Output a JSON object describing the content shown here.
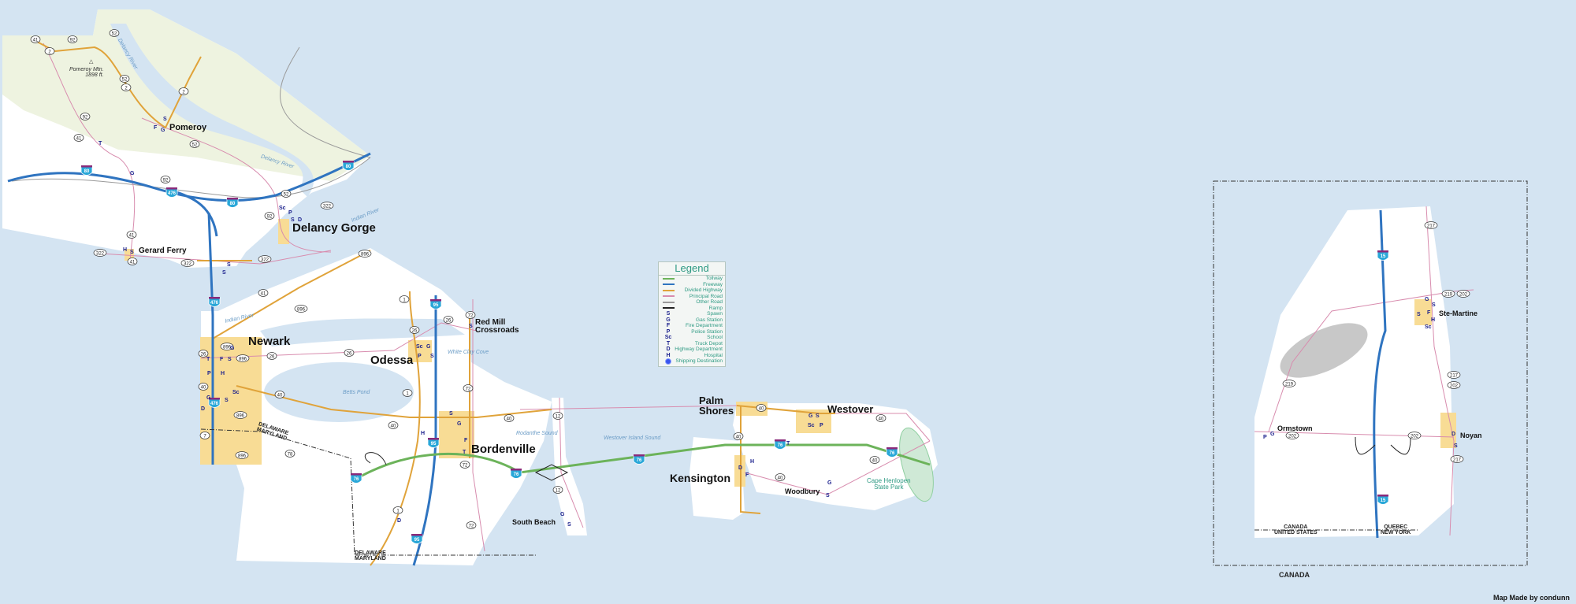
{
  "colors": {
    "water": "#d4e4f2",
    "land": "#ffffff",
    "town": "#f8dc95",
    "freeway": "#2f74c0",
    "tollway": "#6cb35a",
    "divided_highway": "#e0a33a",
    "principal_road": "#d88cae",
    "other_road": "#9a9a9a",
    "park": "#cfe9d6",
    "service_letter": "#1a1f8c"
  },
  "places": {
    "pomeroy": "Pomeroy",
    "delancy_gorge": "Delancy Gorge",
    "gerard_ferry": "Gerard Ferry",
    "newark": "Newark",
    "odessa": "Odessa",
    "red_mill_1": "Red Mill",
    "red_mill_2": "Crossroads",
    "bordenville": "Bordenville",
    "south_beach": "South Beach",
    "palm_shores_1": "Palm",
    "palm_shores_2": "Shores",
    "westover": "Westover",
    "kensington": "Kensington",
    "woodbury": "Woodbury",
    "cape_henlopen_1": "Cape Henlopen",
    "cape_henlopen_2": "State Park",
    "ste_martine": "Ste-Martine",
    "ormstown": "Ormstown",
    "noyan": "Noyan"
  },
  "peak": {
    "name": "Pomeroy Mtn.",
    "elevation": "1898 ft."
  },
  "water_labels": {
    "delancy_river_1": "Delancy River",
    "delancy_river_2": "Delancy River",
    "indian_river_1": "Indian River",
    "indian_river_2": "Indian River",
    "white_clay_cove": "White Clay Cove",
    "betts_pond": "Betts Pond",
    "rodanthe_sound": "Rodanthe Sound",
    "westover_island_sound": "Westover Island Sound"
  },
  "borders": {
    "de_md_1a": "DELAWARE",
    "de_md_1b": "MARYLAND",
    "de_md_2a": "DELAWARE",
    "de_md_2b": "MARYLAND",
    "ca_us_a": "CANADA",
    "ca_us_b": "UNITED STATES",
    "qc_ny_a": "QUEBEC",
    "qc_ny_b": "NEW YORK",
    "inset_label": "CANADA"
  },
  "route_shields": [
    "41",
    "2",
    "92",
    "52",
    "52",
    "2",
    "92",
    "41",
    "2",
    "52",
    "92",
    "52",
    "92",
    "322",
    "322",
    "41",
    "322",
    "322",
    "41",
    "896",
    "41",
    "896",
    "896",
    "26",
    "896",
    "26",
    "26",
    "40",
    "40",
    "896",
    "7",
    "78",
    "896",
    "1",
    "26",
    "26",
    "72",
    "72",
    "1",
    "40",
    "40",
    "72",
    "1",
    "72",
    "12",
    "12",
    "40",
    "40",
    "40",
    "40",
    "40",
    "217",
    "219",
    "202",
    "219",
    "217",
    "202",
    "202",
    "202",
    "217"
  ],
  "interstate_shields": [
    "80",
    "80",
    "476",
    "80",
    "476",
    "476",
    "95",
    "95",
    "95",
    "76",
    "76",
    "76",
    "76",
    "76",
    "15",
    "15"
  ],
  "service_letters": [
    "S",
    "F",
    "G",
    "T",
    "G",
    "S",
    "Sc",
    "P",
    "S",
    "D",
    "H",
    "S",
    "S",
    "G",
    "T",
    "F",
    "S",
    "P",
    "H",
    "G",
    "D",
    "S",
    "Sc",
    "Sc",
    "G",
    "P",
    "S",
    "S",
    "S",
    "G",
    "H",
    "F",
    "T",
    "D",
    "G",
    "S",
    "H",
    "D",
    "F",
    "G",
    "S",
    "Sc",
    "P",
    "T",
    "G",
    "S",
    "S",
    "G",
    "F",
    "H",
    "Sc",
    "S",
    "P",
    "G",
    "D",
    "S"
  ],
  "legend": {
    "title": "Legend",
    "lines": [
      {
        "label": "Tollway",
        "color": "#6cb35a"
      },
      {
        "label": "Freeway",
        "color": "#2f74c0"
      },
      {
        "label": "Divided Highway",
        "color": "#e0a33a"
      },
      {
        "label": "Principal Road",
        "color": "#d88cae"
      },
      {
        "label": "Other Road",
        "color": "#9a9a9a"
      },
      {
        "label": "Ramp",
        "color": "#222222"
      }
    ],
    "symbols": [
      {
        "symbol": "S",
        "label": "Spawn"
      },
      {
        "symbol": "G",
        "label": "Gas Station"
      },
      {
        "symbol": "F",
        "label": "Fire Department"
      },
      {
        "symbol": "P",
        "label": "Police Station"
      },
      {
        "symbol": "Sc",
        "label": "School"
      },
      {
        "symbol": "T",
        "label": "Truck Depot"
      },
      {
        "symbol": "D",
        "label": "Highway Department"
      },
      {
        "symbol": "H",
        "label": "Hospital"
      }
    ],
    "shipping": "Shipping Destination"
  },
  "credit": "Map Made by condunn"
}
